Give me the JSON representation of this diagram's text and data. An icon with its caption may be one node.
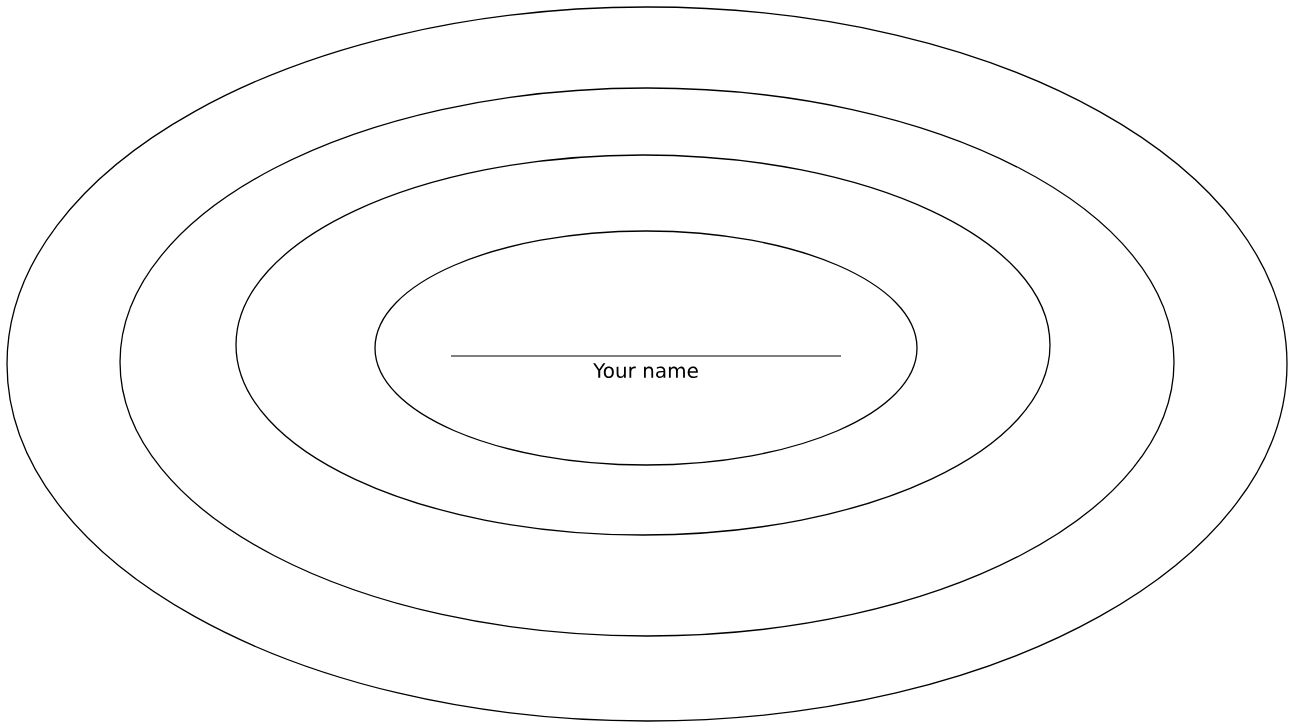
{
  "diagram": {
    "nodes": [
      {
        "text": [],
        "shape": "ellipse"
      },
      {
        "text": [],
        "shape": "ellipse",
        "in": 0
      },
      {
        "text": [],
        "shape": "ellipse",
        "in": 1
      },
      {
        "text": [
          "Your name"
        ],
        "in": 2
      }
    ]
  }
}
